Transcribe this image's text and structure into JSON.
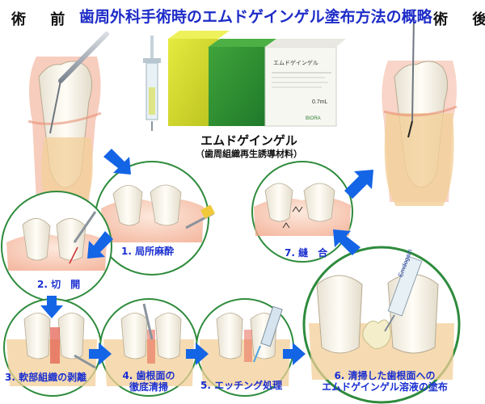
{
  "title": "歯周外科手術時のエムドゲインゲル塗布方法の概略",
  "labels": {
    "before": "術 前",
    "after": "術 後"
  },
  "product": {
    "name": "エムドゲインゲル",
    "subtitle": "（歯周組織再生誘導材料）",
    "box_label": "エムドゲインゲル",
    "box_volume": "0.7mL",
    "box_brand": "BIORA",
    "syringe_label": "Emdogain"
  },
  "steps": [
    {
      "label": "1. 局所麻酔"
    },
    {
      "label": "2. 切　開"
    },
    {
      "label": "3. 軟部組織の剥離"
    },
    {
      "label_line1": "4. 歯根面の",
      "label_line2": "徹底清掃"
    },
    {
      "label": "5. エッチング処理"
    },
    {
      "label_line1": "6. 清掃した歯根面への",
      "label_line2": "エムドゲインゲル溶液の塗布"
    },
    {
      "label": "7. 縫　合"
    }
  ],
  "colors": {
    "title": "#1e2cc8",
    "step_text": "#1a2fd0",
    "arrow": "#1464e6",
    "circle_border": "#2e8b3c",
    "gum": "#f4b79a",
    "bone": "#f6d9a8",
    "tooth": "#fbf8ef"
  }
}
